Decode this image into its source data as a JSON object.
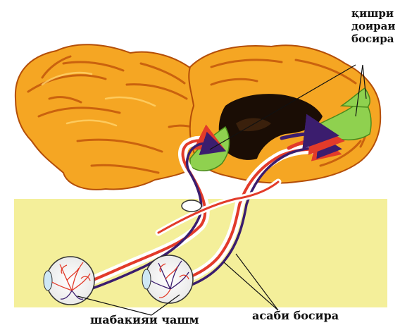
{
  "labels": {
    "visual_cortex_lines": [
      "қишри",
      "доираи",
      "босира"
    ],
    "retina": "шабакияи чашм",
    "optic_nerve": "асаби босира"
  },
  "colors": {
    "brain_fill": "#f5a623",
    "brain_shade": "#d86a0c",
    "brain_light": "#ffd36b",
    "cortex_green": "#8fd14f",
    "panel": "#f4ef9a",
    "pathway_red": "#e23b2a",
    "pathway_purple": "#3b1d6e",
    "ventricle_dark": "#1a0d05"
  },
  "icons": [
    "eyeball-icon",
    "arrow-icon"
  ]
}
